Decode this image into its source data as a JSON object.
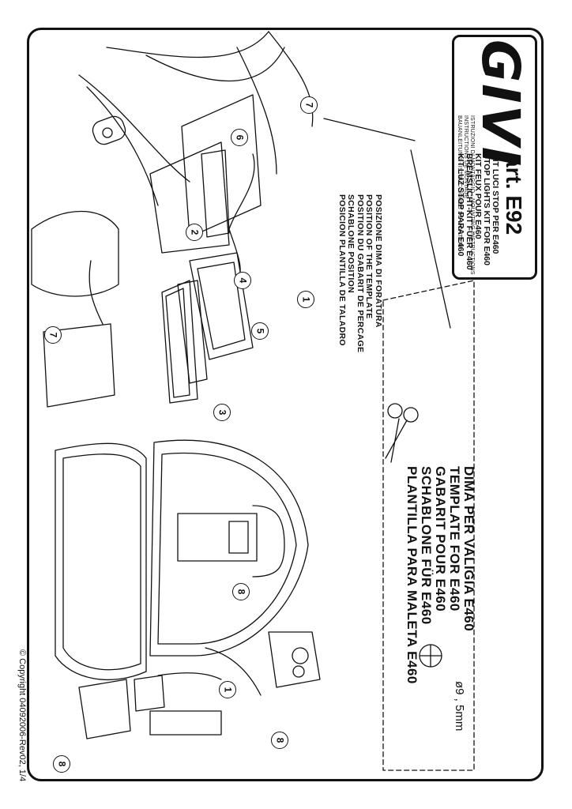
{
  "brand": {
    "logo_text": "GIVI"
  },
  "header": {
    "art_label": "art. E92",
    "kit_lines": [
      "KIT LUCI STOP PER E460",
      "STOP LIGHTS KIT FOR E460",
      "KIT FEUX POUR E460",
      "BREMSLICHT-KIT FÜER E460",
      "KIT LUZ STOP PARA E460"
    ],
    "instruction_lines": [
      "ISTRUZIONI DI MONTAGGIO - MOUNTING INSTRUCTIONS",
      "INSTRUCTIONS DE MONTAGE",
      "BAUANLEITUNG - ISTRUCCIONES DE MONTAJE"
    ]
  },
  "drilling_template_position": {
    "lines": [
      "POSIZIONE DIMA DI FORATURA",
      "POSITION OF THE TEMPLATE",
      "POSITION DU GABARIT DE PERCAGE",
      "SCHABLONE POSITION",
      "POSICION PLANTILLA DE TALADRO"
    ]
  },
  "template": {
    "lines": [
      "DIMA PER VALIGIA E460",
      "TEMPLATE FOR E460",
      "GABARIT POUR E460",
      "SCHABLONE FÜR E460",
      "PLANTILLA PARA MALETA E460"
    ],
    "hole_diameter": "ø9 , 5mm"
  },
  "callouts": [
    "7",
    "6",
    "2",
    "4",
    "5",
    "1",
    "3",
    "7",
    "8",
    "1",
    "8",
    "8"
  ],
  "footer": {
    "copyright": "© Copyright 04092006-Rev02, 1/4"
  }
}
